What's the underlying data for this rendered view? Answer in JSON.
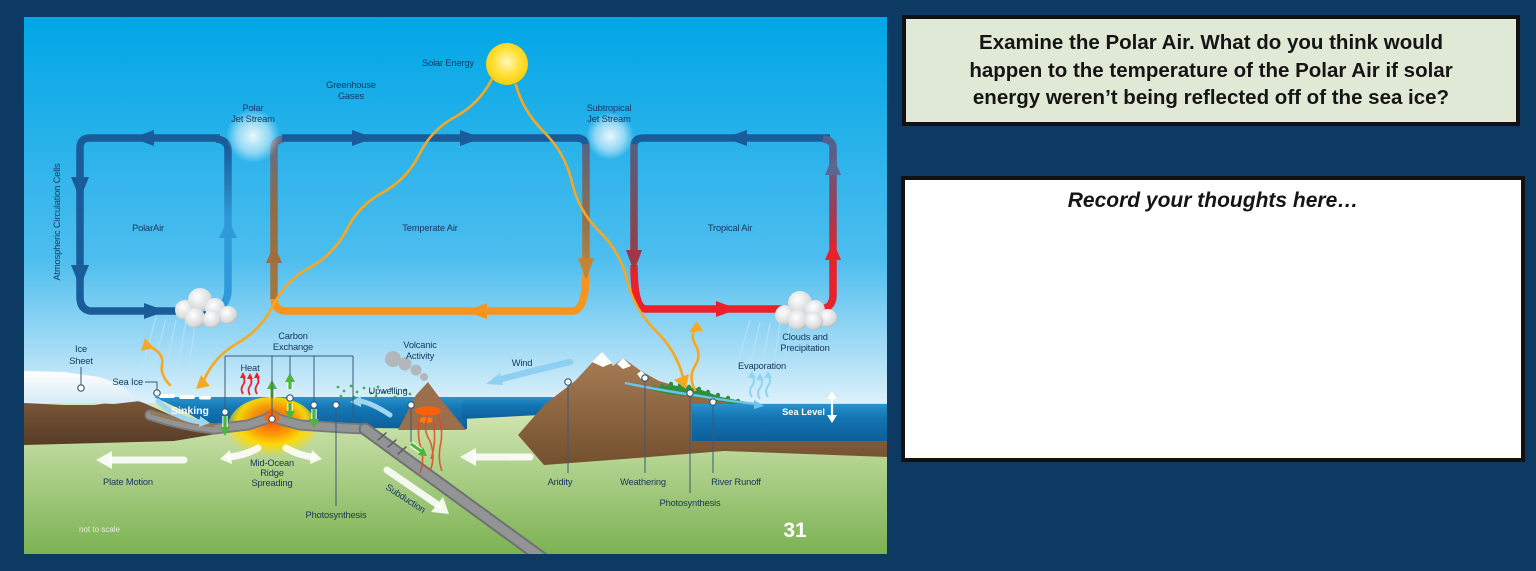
{
  "page": {
    "background": "#0c3a63"
  },
  "question_box": {
    "background": "#dfe9d5",
    "border_color": "#111111",
    "lines": [
      "Examine the Polar Air. What do you think would",
      "happen to the temperature of the Polar Air if solar",
      "energy weren’t being reflected off of the sea ice?"
    ]
  },
  "answer_box": {
    "background": "#ffffff",
    "border_color": "#111111",
    "placeholder": "Record your thoughts here…"
  },
  "diagram": {
    "page_number": "31",
    "scale_note": "not to scale",
    "labels": {
      "solar_energy": "Solar Energy",
      "greenhouse_gases_1": "Greenhouse",
      "greenhouse_gases_2": "Gases",
      "polar_jet_1": "Polar",
      "polar_jet_2": "Jet Stream",
      "subtropical_jet_1": "Subtropical",
      "subtropical_jet_2": "Jet Stream",
      "polar_air": "PolarAir",
      "temperate_air": "Temperate Air",
      "tropical_air": "Tropical Air",
      "atmospheric_cells": "Atmospheric Circulation Cells",
      "ice_sheet_1": "Ice",
      "ice_sheet_2": "Sheet",
      "sea_ice": "Sea Ice",
      "sinking": "Sinking",
      "heat": "Heat",
      "carbon_exchange_1": "Carbon",
      "carbon_exchange_2": "Exchange",
      "upwelling": "Upwelling",
      "volcanic_activity_1": "Volcanic",
      "volcanic_activity_2": "Activity",
      "wind": "Wind",
      "clouds_precip_1": "Clouds and",
      "clouds_precip_2": "Precipitation",
      "evaporation": "Evaporation",
      "sea_level": "Sea Level",
      "aridity": "Aridity",
      "weathering": "Weathering",
      "river_runoff": "River Runoff",
      "photosynthesis_ocean": "Photosynthesis",
      "photosynthesis_land": "Photosynthesis",
      "mid_ocean_1": "Mid-Ocean",
      "mid_ocean_2": "Ridge",
      "mid_ocean_3": "Spreading",
      "plate_motion": "Plate Motion",
      "subduction": "Subduction"
    },
    "colors": {
      "sky_top": "#00a6e6",
      "ocean": "#1377b4",
      "land_green": "#8fbf63",
      "arrow_dark_blue": "#1a5c9a",
      "arrow_light_blue": "#2f9ad9",
      "arrow_orange": "#f7941d",
      "arrow_red": "#e8212a",
      "arrow_tan": "#b07d3e",
      "arrow_maroon": "#a03844",
      "solar_ray_orange": "#f7a823",
      "heat_red": "#e8222a",
      "carbon_green": "#4db53a",
      "ice_white": "#eef6fa",
      "crust_gray": "#919395",
      "land_brown": "#8a6243"
    }
  }
}
